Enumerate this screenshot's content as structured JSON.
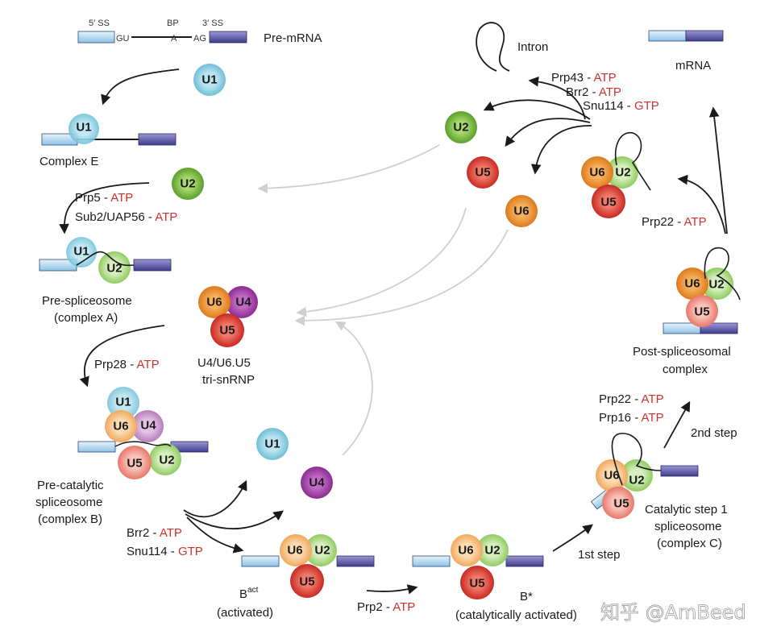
{
  "snrnp": {
    "u1": "U1",
    "u2": "U2",
    "u4": "U4",
    "u5": "U5",
    "u6": "U6"
  },
  "labels": {
    "five_ss": "5′ SS",
    "bp": "BP",
    "three_ss": "3′ SS",
    "gu": "GU",
    "a": "A",
    "ag": "AG",
    "pre_mrna": "Pre-mRNA",
    "complex_e": "Complex E",
    "pre_spliceosome_1": "Pre-spliceosome",
    "pre_spliceosome_2": "(complex A)",
    "tri_snrnp_1": "U4/U6.U5",
    "tri_snrnp_2": "tri-snRNP",
    "pre_catalytic_1": "Pre-catalytic",
    "pre_catalytic_2": "spliceosome",
    "pre_catalytic_3": "(complex B)",
    "bact_base": "B",
    "bact_sup": "act",
    "bact_sub": "(activated)",
    "bstar": "B*",
    "bstar_sub": "(catalytically activated)",
    "first_step": "1st step",
    "cat_step_1": "Catalytic step 1",
    "cat_step_2": "spliceosome",
    "cat_step_3": "(complex C)",
    "second_step": "2nd step",
    "post_1": "Post-spliceosomal",
    "post_2": "complex",
    "intron": "Intron",
    "mrna": "mRNA"
  },
  "factors": {
    "prp5": "Prp5 - ",
    "sub2": "Sub2/UAP56 - ",
    "prp28": "Prp28 - ",
    "brr2": "Brr2 - ",
    "snu114": "Snu114 - ",
    "prp2": "Prp2 - ",
    "prp22": "Prp22 - ",
    "prp16": "Prp16 - ",
    "prp43": "Prp43 - ",
    "atp": "ATP",
    "gtp": "GTP"
  },
  "watermark": "知乎 @AmBeed",
  "colors": {
    "u1": "#7ec8dc",
    "u2": "#7cb93c",
    "u4": "#9b3fa0",
    "u5": "#d93a2e",
    "u6": "#e98a2a",
    "cofactor": "#d0302e",
    "exon5": "#b6d9f0",
    "exon3": "#5653a6",
    "recycle": "#cfcfcf"
  }
}
